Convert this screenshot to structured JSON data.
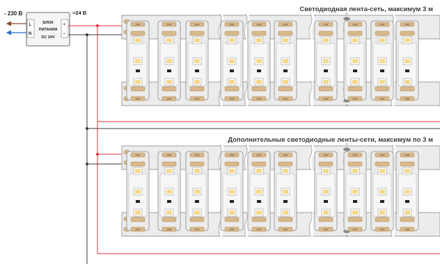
{
  "input_voltage": "- 230 В",
  "output_voltage": "=24 В",
  "psu": {
    "line1": "БЛОК",
    "line2": "ПИТАНИЯ",
    "line3": "DC 24V",
    "term_l": "L",
    "term_n": "N",
    "term_plus": "+",
    "term_minus": "−"
  },
  "strip1_title": "Светодиодная лента-сеть, максимум 3 м",
  "strip2_title": "Дополнительные светодиодные ленты-сети, максимум по 3 м",
  "pad_label": "24V",
  "colors": {
    "positive_wire": "#e2303c",
    "negative_wire": "#3a3a3a",
    "input_l_wire": "#8b4a2b",
    "input_n_wire": "#2e6fc2",
    "strip_fill": "#ececec",
    "led_yellow": "#f3d98a"
  }
}
